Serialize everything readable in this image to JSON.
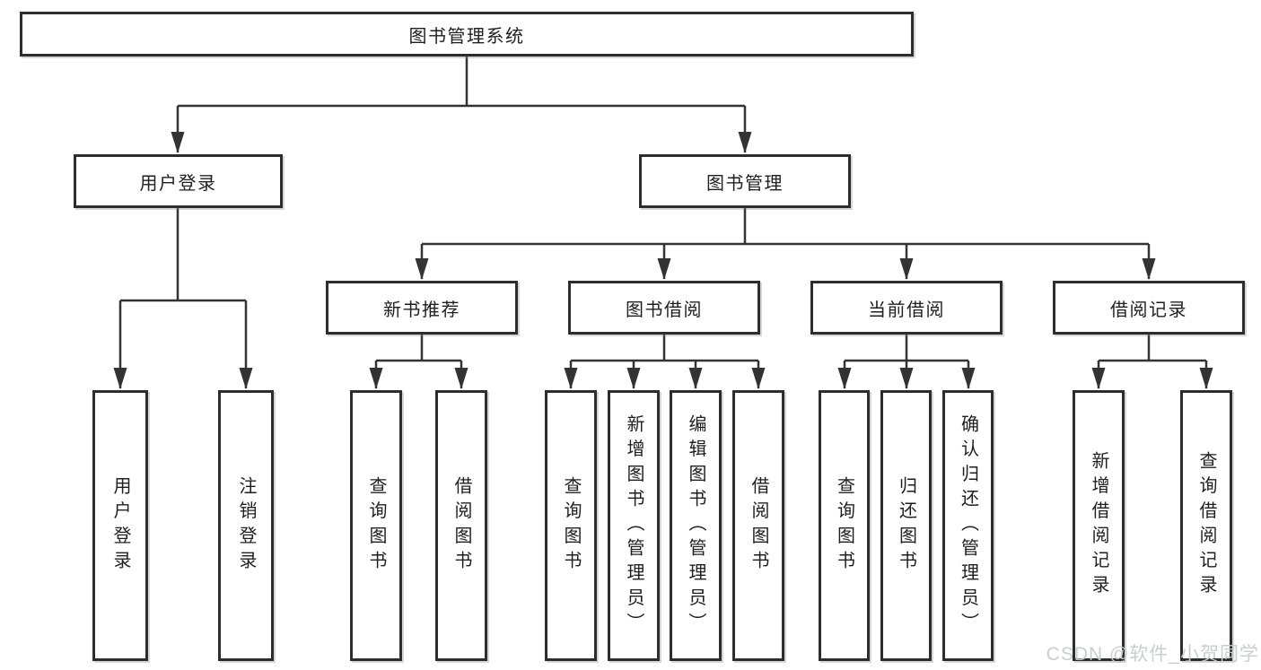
{
  "diagram": {
    "root": "图书管理系统",
    "level2": [
      "用户登录",
      "图书管理"
    ],
    "level3": [
      "新书推荐",
      "图书借阅",
      "当前借阅",
      "借阅记录"
    ],
    "level4_groups": {
      "user_login": [
        "用户登录",
        "注销登录"
      ],
      "new_book_recommendation": [
        "查询图书",
        "借阅图书"
      ],
      "book_borrowing": [
        "查询图书",
        "新增图书（管理员）",
        "编辑图书（管理员）",
        "借阅图书"
      ],
      "current_borrowing": [
        "查询图书",
        "归还图书",
        "确认归还（管理员）"
      ],
      "borrowing_records": [
        "新增借阅记录",
        "查询借阅记录"
      ]
    }
  },
  "watermark": "CSDN @软件_小贺同学",
  "colors": {
    "background": "#ffffff",
    "box_border": "#2d2d2d",
    "connector_line": "#333333",
    "text": "#1f1f1f",
    "watermark": "#c5ccCF"
  }
}
